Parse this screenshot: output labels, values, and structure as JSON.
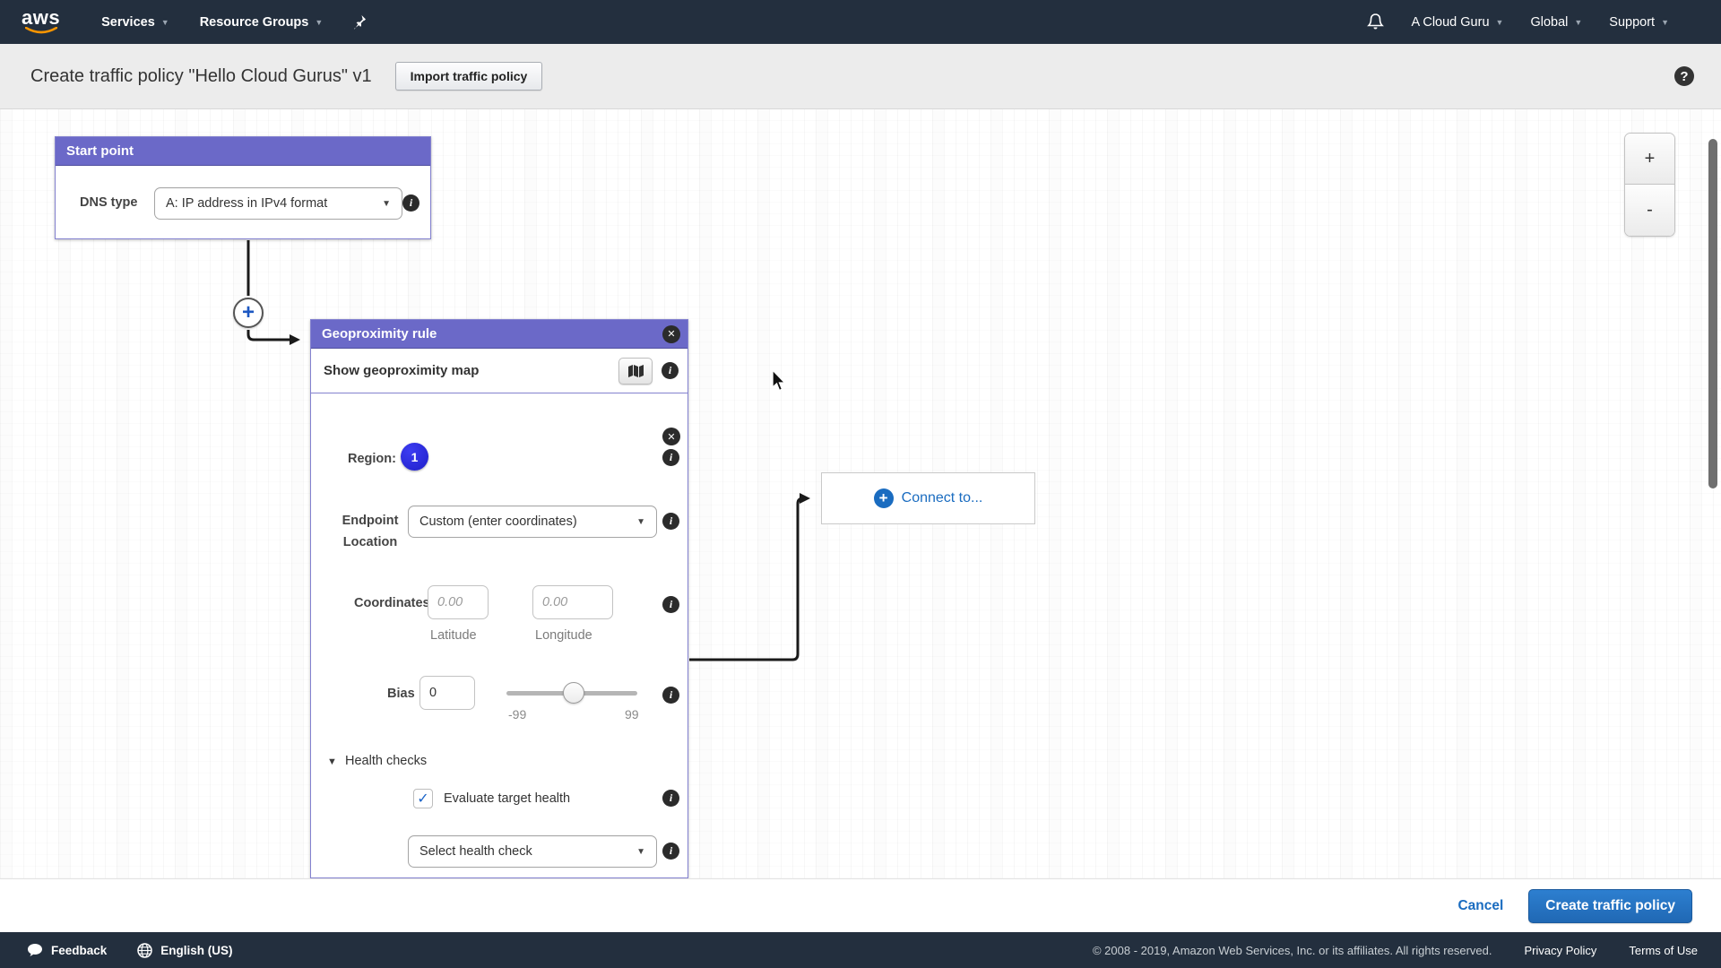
{
  "navbar": {
    "logo": "aws",
    "services": "Services",
    "resource_groups": "Resource Groups",
    "account": "A Cloud Guru",
    "region": "Global",
    "support": "Support"
  },
  "page_header": {
    "title": "Create traffic policy \"Hello Cloud Gurus\" v1",
    "import_button": "Import traffic policy",
    "help_glyph": "?"
  },
  "canvas": {
    "start_point": {
      "title": "Start point",
      "dns_type_label": "DNS type",
      "dns_type_value": "A: IP address in IPv4 format"
    },
    "geoproximity": {
      "title": "Geoproximity rule",
      "show_map_label": "Show geoproximity map",
      "region_label": "Region:",
      "region_number": "1",
      "endpoint_line1": "Endpoint",
      "endpoint_line2": "Location",
      "endpoint_value": "Custom (enter coordinates)",
      "coordinates_label": "Coordinates",
      "latitude_placeholder": "0.00",
      "longitude_placeholder": "0.00",
      "latitude_caption": "Latitude",
      "longitude_caption": "Longitude",
      "bias_label": "Bias",
      "bias_value": "0",
      "bias_min": "-99",
      "bias_max": "99",
      "health_checks_label": "Health checks",
      "evaluate_target_health": "Evaluate target health",
      "health_check_value": "Select health check",
      "checkmark": "✓",
      "close_glyph": "✕",
      "caret_glyph": "▼",
      "info_glyph": "i"
    },
    "connect_to": {
      "label": "Connect to...",
      "plus_glyph": "+"
    },
    "add_rule_glyph": "+",
    "zoom_in": "+",
    "zoom_out": "-"
  },
  "action_bar": {
    "cancel": "Cancel",
    "create": "Create traffic policy"
  },
  "footer": {
    "feedback": "Feedback",
    "language": "English (US)",
    "copyright": "© 2008 - 2019, Amazon Web Services, Inc. or its affiliates. All rights reserved.",
    "privacy": "Privacy Policy",
    "terms": "Terms of Use"
  },
  "colors": {
    "navbar_bg": "#232f3e",
    "panel_header": "#6b69c8",
    "accent_blue": "#1a6cc0",
    "region_badge_blue": "#2323d6",
    "primary_button": "#2472be"
  }
}
